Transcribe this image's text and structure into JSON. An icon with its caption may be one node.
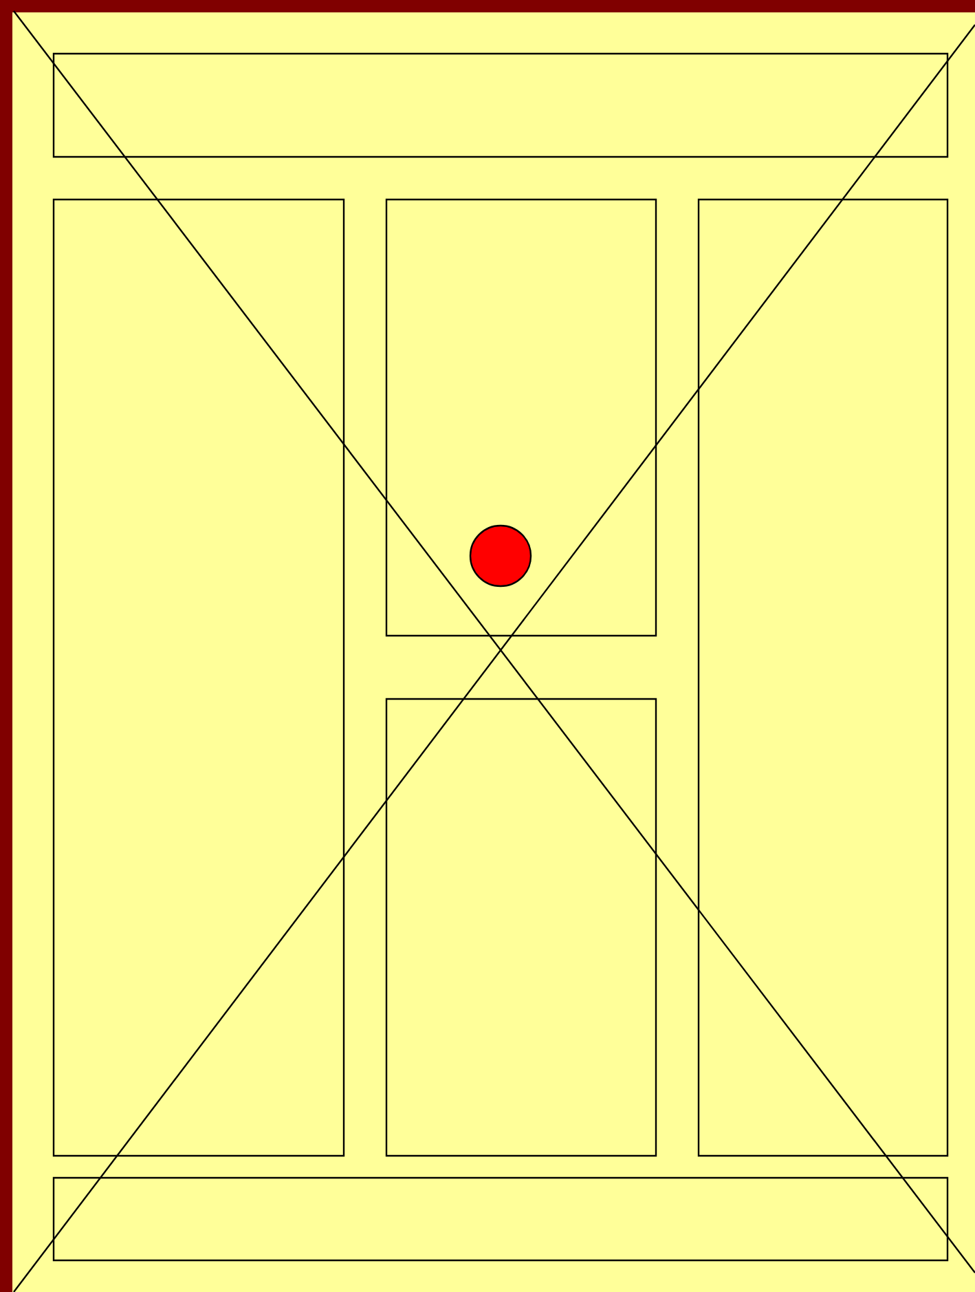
{
  "diagram": {
    "nodes": [
      {
        "text": [],
        "shape": "box"
      },
      {
        "text": [],
        "shape": "box"
      },
      {
        "text": [],
        "shape": "box"
      },
      {
        "text": [],
        "shape": "circle",
        "in": 2
      },
      {
        "text": [],
        "shape": "box"
      },
      {
        "text": [],
        "shape": "box"
      },
      {
        "text": [],
        "shape": "box"
      }
    ]
  }
}
